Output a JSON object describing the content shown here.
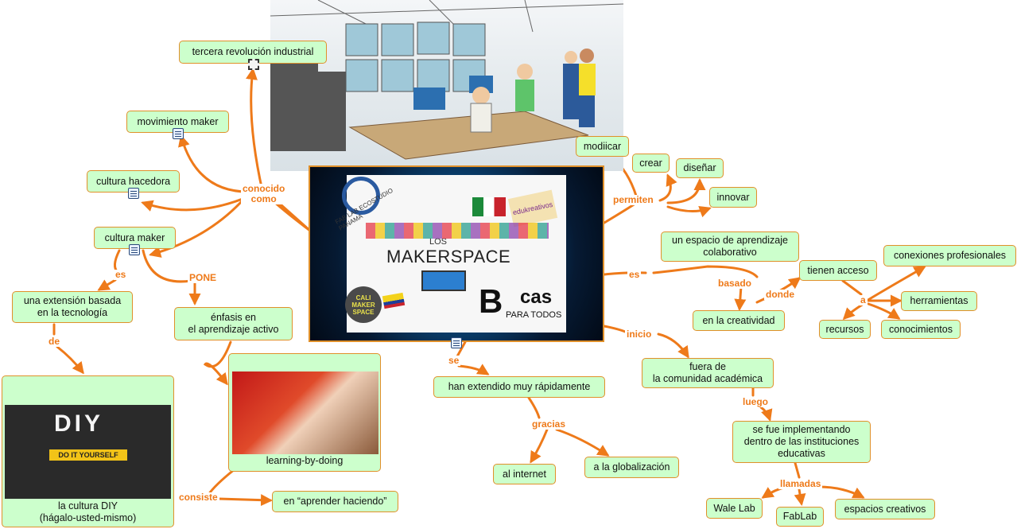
{
  "central": {
    "logos": {
      "fablab": "FAB LAB ECOSTUDIO PANAMA",
      "edukare": "edukreativos",
      "cali": "CALI MAKER SPACE",
      "los": "LOS",
      "makerspace": "MAKERSPACE",
      "bocas_b": "B",
      "bocas_cas": "cas",
      "bocas_sub": "PARA TODOS"
    }
  },
  "nodes": {
    "tercera": "tercera revolución industrial",
    "movimiento": "movimiento maker",
    "hacedora": "cultura hacedora",
    "cultura_maker": "cultura maker",
    "extension": "una extensión basada\nen la tecnología",
    "enfasis": "énfasis en\nel aprendizaje activo",
    "learning": "learning-by-doing",
    "diy": "la cultura DIY\n(hágalo-usted-mismo)",
    "aprender": "en “aprender haciendo”",
    "modiicar": "modiicar",
    "crear": "crear",
    "disenar": "diseñar",
    "innovar": "innovar",
    "espacio": "un espacio de aprendizaje\ncolaborativo",
    "creatividad": "en la creatividad",
    "acceso": "tienen acceso",
    "conexiones": "conexiones profesionales",
    "herramientas": "herramientas",
    "recursos": "recursos",
    "conocimientos": "conocimientos",
    "extendido": "han extendido muy rápidamente",
    "internet": "al internet",
    "globalizacion": "a la globalización",
    "fuera": "fuera de\nla comunidad académica",
    "implementando": "se fue implementando\ndentro de las instituciones\neducativas",
    "wale": "Wale Lab",
    "fablab": "FabLab",
    "espacios": "espacios creativos"
  },
  "diy_image": {
    "big": "DIY",
    "banner": "DO IT YOURSELF"
  },
  "labels": {
    "conocido": "conocido\ncomo",
    "es1": "es",
    "pone": "PONE",
    "de": "de",
    "consiste": "consiste",
    "permiten": "permiten",
    "es2": "es",
    "basado": "basado",
    "donde": "donde",
    "a": "a",
    "inicio": "inicio",
    "se": "se",
    "gracias": "gracias",
    "luego": "luego",
    "llamadas": "llamadas"
  },
  "colors": {
    "link": "#ee7a1a",
    "node_fill": "#ccffcc",
    "node_border": "#e0902a",
    "label": "#ee7a1a"
  }
}
